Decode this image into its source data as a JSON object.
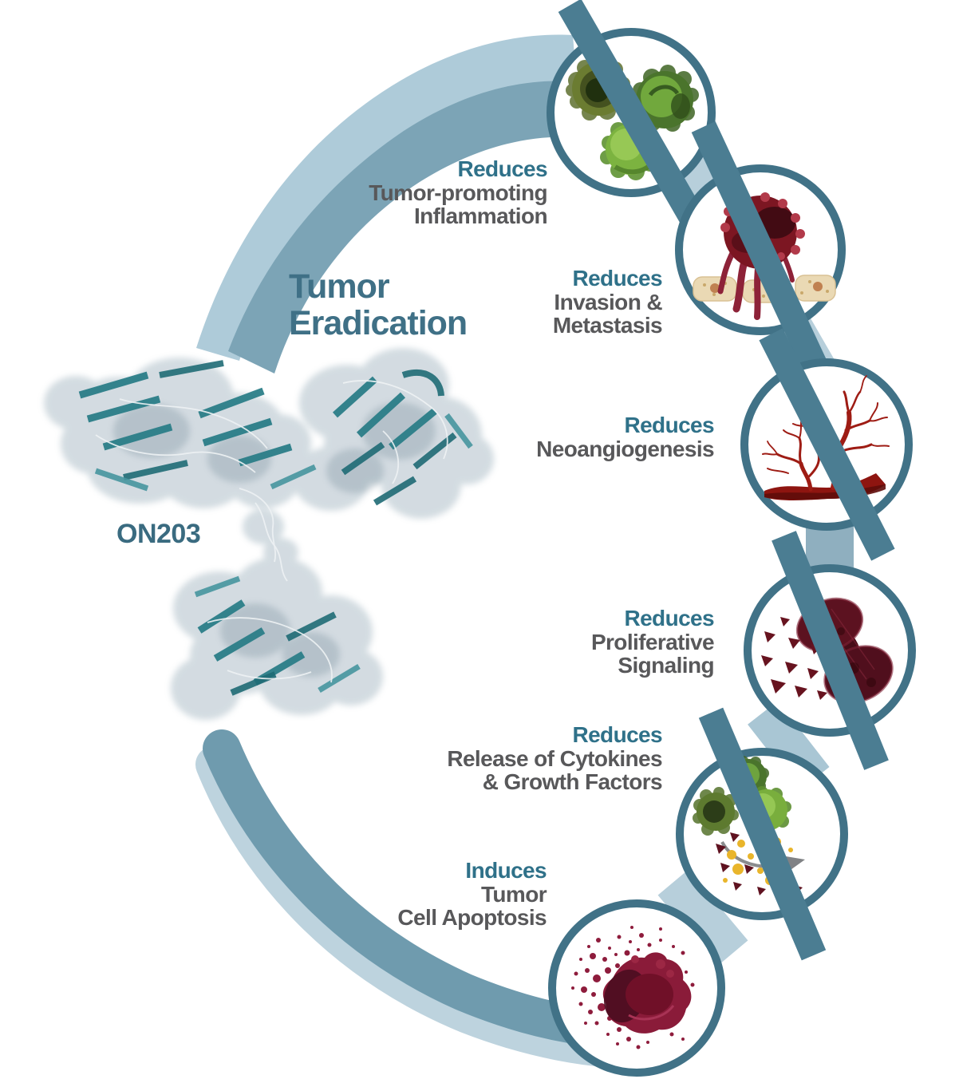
{
  "title": {
    "line1": "Tumor",
    "line2": "Eradication"
  },
  "molecule": {
    "label": "ON203",
    "name": "antibody-structure"
  },
  "colors": {
    "accent_teal": "#2f7189",
    "text_gray": "#58585a",
    "title_teal": "#3f7086",
    "molecule_label_color": "#3a6b80",
    "node_border": "#417287",
    "slash": "#4b7d92",
    "band_light": "#b7cfdb",
    "band_mid": "#8fafbf",
    "arc_top_light": "#aecbd9",
    "arc_top_dark": "#7ca4b6",
    "arc_bottom_dark": "#6f9bae",
    "arc_bottom_light": "#bdd3de"
  },
  "nodes": [
    {
      "action": "Reduces",
      "line1": "Tumor-promoting",
      "line2": "Inflammation",
      "icon": "tumor-promoting-inflammation-icon",
      "prohibited": true
    },
    {
      "action": "Reduces",
      "line1": "Invasion &",
      "line2": "Metastasis",
      "icon": "invasion-metastasis-icon",
      "prohibited": true
    },
    {
      "action": "Reduces",
      "line1": "Neoangiogenesis",
      "line2": "",
      "icon": "neoangiogenesis-icon",
      "prohibited": true
    },
    {
      "action": "Reduces",
      "line1": "Proliferative",
      "line2": "Signaling",
      "icon": "proliferative-signaling-icon",
      "prohibited": true
    },
    {
      "action": "Reduces",
      "line1": "Release of Cytokines",
      "line2": "& Growth Factors",
      "icon": "cytokine-growth-factor-release-icon",
      "prohibited": true
    },
    {
      "action": "Induces",
      "line1": "Tumor",
      "line2": "Cell Apoptosis",
      "icon": "tumor-cell-apoptosis-icon",
      "prohibited": false
    }
  ]
}
